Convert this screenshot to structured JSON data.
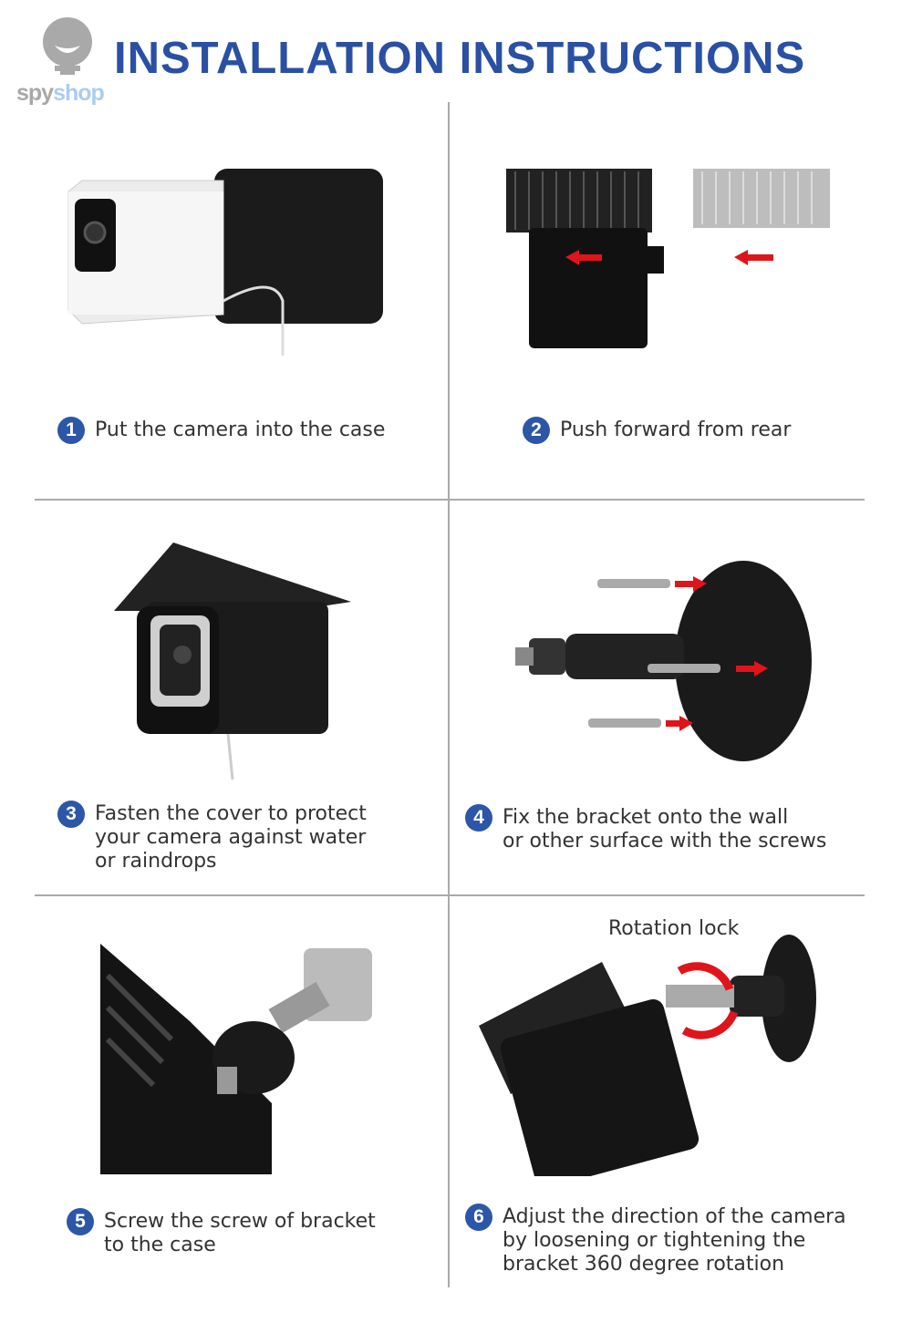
{
  "logo": {
    "text_part1": "spy",
    "text_part2": "shop"
  },
  "title": "INSTALLATION INSTRUCTIONS",
  "colors": {
    "title": "#2a50a3",
    "step_badge": "#2c56a8",
    "arrow": "#e0141b",
    "product": "#1a1a1a"
  },
  "steps": [
    {
      "number": "1",
      "lines": [
        "Put the camera into the case"
      ]
    },
    {
      "number": "2",
      "lines": [
        "Push forward from rear"
      ]
    },
    {
      "number": "3",
      "lines": [
        "Fasten the cover to protect",
        "your camera against water",
        "or raindrops"
      ]
    },
    {
      "number": "4",
      "lines": [
        "Fix the bracket onto the wall",
        "or other surface with the screws"
      ]
    },
    {
      "number": "5",
      "lines": [
        "Screw the screw of bracket",
        "to the case"
      ]
    },
    {
      "number": "6",
      "lines": [
        "Adjust the direction of the camera",
        "by loosening or tightening the",
        "bracket 360 degree rotation"
      ]
    }
  ],
  "rotation_label": "Rotation lock"
}
